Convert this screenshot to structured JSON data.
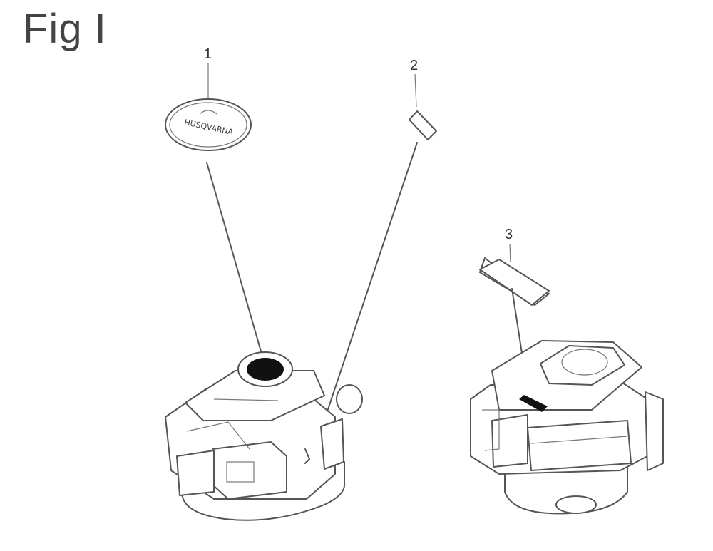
{
  "figure": {
    "title": "Fig I"
  },
  "callouts": [
    {
      "label": "1"
    },
    {
      "label": "2"
    },
    {
      "label": "3"
    }
  ],
  "decal": {
    "text": "HUSQVARNA"
  },
  "colors": {
    "line": "#555555",
    "fill_dark": "#111111"
  }
}
